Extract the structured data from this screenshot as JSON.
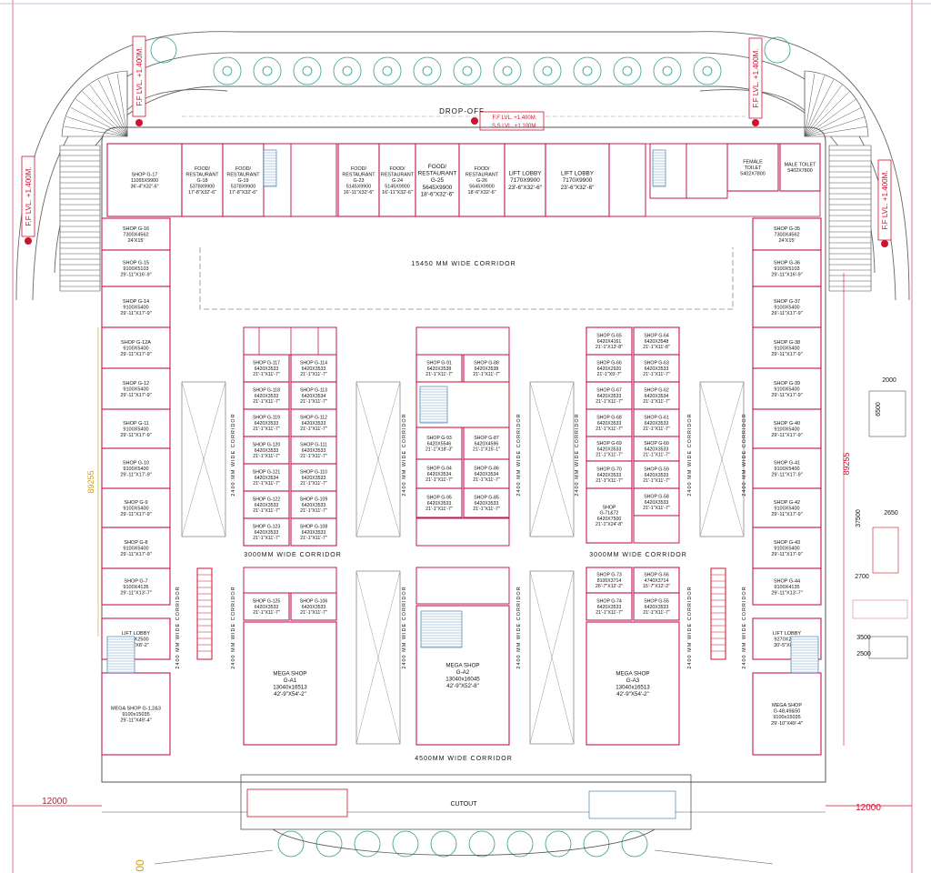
{
  "labels": {
    "drop_off": "DROP-OFF",
    "ff_lvl_top": "F.F LVL. +1.400M.",
    "ss_lvl_top": "S.S LVL. +1.100M.",
    "ff_lvl_side": "F.F LVL. +1.400M.",
    "ff_lvl_vert": "F.F LVL. +1.400M.",
    "corridor_15450": "15450 MM WIDE CORRIDOR",
    "corridor_3000": "3000MM WIDE CORRIDOR",
    "corridor_2400": "2400 MM WIDE CORRIDOR",
    "corridor_4500": "4500MM WIDE CORRIDOR",
    "cutout": "CUTOUT",
    "dim_12000": "12000",
    "dim_89255": "89255",
    "dim_37500": "37500",
    "dim_2000": "2000",
    "dim_6500": "6500",
    "dim_2650": "2650",
    "dim_2700": "2700",
    "dim_3500": "3500",
    "dim_2500": "2500",
    "dim_00": "00"
  },
  "top_row": [
    {
      "t1": "SHOP G-17",
      "t2": "11055X9900",
      "t3": "36'-4\"X32'-6\""
    },
    {
      "t1": "FOOD/",
      "t2": "RESTAURANT",
      "t3": "G-18",
      "t4": "5378X9900",
      "t5": "17'-8\"X32'-6\""
    },
    {
      "t1": "FOOD/",
      "t2": "RESTAURANT",
      "t3": "G-19",
      "t4": "5378X9900",
      "t5": "17'-8\"X32'-6\""
    },
    {
      "t1": "FOOD/",
      "t2": "RESTAURANT",
      "t3": "G-23",
      "t4": "5145X9900",
      "t5": "16'-11\"X32'-6\""
    },
    {
      "t1": "FOOD/",
      "t2": "RESTAURANT",
      "t3": "G-24",
      "t4": "5145X9900",
      "t5": "16'-11\"X32'-6\""
    },
    {
      "t1": "FOOD/",
      "t2": "RESTAURANT",
      "t3": "G-25",
      "t4": "5645X9900",
      "t5": "18'-6\"X32'-6\""
    },
    {
      "t1": "FOOD/",
      "t2": "RESTAURANT",
      "t3": "G-26",
      "t4": "5645X9900",
      "t5": "18'-6\"X32'-6\""
    },
    {
      "t1": "LIFT LOBBY",
      "t2": "7170X9900",
      "t3": "23'-6\"X32'-6\""
    },
    {
      "t1": "FEMALE",
      "t2": "TOILET",
      "t3": "5402X7800"
    },
    {
      "t1": "MALE TOILET",
      "t2": "5402X7800"
    }
  ],
  "left_col": [
    {
      "t1": "SHOP G-16",
      "t2": "7300X4562",
      "t3": "24'X15'"
    },
    {
      "t1": "SHOP G-15",
      "t2": "9100X5103",
      "t3": "29'-11\"X16'-9\""
    },
    {
      "t1": "SHOP G-14",
      "t2": "9100X5400",
      "t3": "29'-11\"X17'-9\""
    },
    {
      "t1": "SHOP G-12A",
      "t2": "9100X5400",
      "t3": "29'-11\"X17'-9\""
    },
    {
      "t1": "SHOP G-12",
      "t2": "9100X5400",
      "t3": "29'-11\"X17'-9\""
    },
    {
      "t1": "SHOP G-11",
      "t2": "9100X5400",
      "t3": "29'-11\"X17'-9\""
    },
    {
      "t1": "SHOP G-10",
      "t2": "9100X5400",
      "t3": "29'-11\"X17'-9\""
    },
    {
      "t1": "SHOP G-9",
      "t2": "9100X5400",
      "t3": "29'-11\"X17'-9\""
    },
    {
      "t1": "SHOP G-8",
      "t2": "9100X5400",
      "t3": "29'-11\"X17'-9\""
    },
    {
      "t1": "SHOP G-7",
      "t2": "9100X4135",
      "t3": "29'-11\"X13'-7\""
    },
    {
      "t1": "LIFT LOBBY",
      "t2": "9270X2500",
      "t3": "30'-5\"X8'-2\""
    },
    {
      "t1": "MEGA SHOP G-1,2&3",
      "t2": "9100x15035",
      "t3": "29'-11\"X49'-4\""
    }
  ],
  "right_col": [
    {
      "t1": "SHOP G-35",
      "t2": "7300X4562",
      "t3": "24'X15'"
    },
    {
      "t1": "SHOP G-36",
      "t2": "9100X5103",
      "t3": "29'-11\"X16'-9\""
    },
    {
      "t1": "SHOP G-37",
      "t2": "9100X5400",
      "t3": "29'-11\"X17'-9\""
    },
    {
      "t1": "SHOP G-38",
      "t2": "9100X5400",
      "t3": "29'-11\"X17'-9\""
    },
    {
      "t1": "SHOP G-39",
      "t2": "9100X5400",
      "t3": "29'-11\"X17'-9\""
    },
    {
      "t1": "SHOP G-40",
      "t2": "9100X5400",
      "t3": "29'-11\"X17'-9\""
    },
    {
      "t1": "SHOP G-41",
      "t2": "9100X5400",
      "t3": "29'-11\"X17'-9\""
    },
    {
      "t1": "SHOP G-42",
      "t2": "9100X5400",
      "t3": "29'-11\"X17'-9\""
    },
    {
      "t1": "SHOP G-43",
      "t2": "9100X5400",
      "t3": "29'-11\"X17'-9\""
    },
    {
      "t1": "SHOP G-44",
      "t2": "9100X4135",
      "t3": "29'-11\"X13'-7\""
    },
    {
      "t1": "LIFT LOBBY",
      "t2": "9270X2500",
      "t3": "30'-5\"X8'-2\""
    },
    {
      "t1": "MEGA SHOP",
      "t2": "G-48,49&50",
      "t3": "9100x15035",
      "t4": "29'-10\"X49'-4\""
    }
  ],
  "block1": [
    {
      "t1": "SHOP G-117",
      "t2": "6420X3533",
      "t3": "21'-1\"X11'-7\""
    },
    {
      "t1": "SHOP G-114",
      "t2": "6420X3533",
      "t3": "21'-1\"X11'-7\""
    },
    {
      "t1": "SHOP G-118",
      "t2": "6420X3533",
      "t3": "21'-1\"X11'-7\""
    },
    {
      "t1": "SHOP G-113",
      "t2": "6420X3534",
      "t3": "21'-1\"X11'-7\""
    },
    {
      "t1": "SHOP G-119",
      "t2": "6420X3533",
      "t3": "21'-1\"X11'-7\""
    },
    {
      "t1": "SHOP G-112",
      "t2": "6420X3533",
      "t3": "21'-1\"X11'-7\""
    },
    {
      "t1": "SHOP G-120",
      "t2": "6420X3533",
      "t3": "21'-1\"X11'-7\""
    },
    {
      "t1": "SHOP G-111",
      "t2": "6420X3533",
      "t3": "21'-1\"X11'-7\""
    },
    {
      "t1": "SHOP G-121",
      "t2": "6420X3534",
      "t3": "21'-1\"X11'-7\""
    },
    {
      "t1": "SHOP G-110",
      "t2": "6420X3533",
      "t3": "21'-1\"X11'-7\""
    },
    {
      "t1": "SHOP G-122",
      "t2": "6420X3533",
      "t3": "21'-1\"X11'-7\""
    },
    {
      "t1": "SHOP G-109",
      "t2": "6420X3533",
      "t3": "21'-1\"X11'-7\""
    },
    {
      "t1": "SHOP G-123",
      "t2": "6420X3533",
      "t3": "21'-1\"X11'-7\""
    },
    {
      "t1": "SHOP G-108",
      "t2": "6420X3533",
      "t3": "21'-1\"X11'-7\""
    }
  ],
  "block2": [
    {
      "t1": "SHOP G-91",
      "t2": "6420X3538",
      "t3": "21'-1\"X11'-7\""
    },
    {
      "t1": "SHOP G-88",
      "t2": "6420X3538",
      "t3": "21'-1\"X11'-7\""
    },
    {
      "t1": "SHOP G-93",
      "t2": "6420X5546",
      "t3": "21'-1\"X18'-3\""
    },
    {
      "t1": "SHOP G-87",
      "t2": "6420X4596",
      "t3": "21'-1\"X15'-1\""
    },
    {
      "t1": "SHOP G-94",
      "t2": "6420X3534",
      "t3": "21'-1\"X11'-7\""
    },
    {
      "t1": "SHOP G-86",
      "t2": "6420X3534",
      "t3": "21'-1\"X11'-7\""
    },
    {
      "t1": "SHOP G-95",
      "t2": "6420X3533",
      "t3": "21'-1\"X11'-7\""
    },
    {
      "t1": "SHOP G-85",
      "t2": "6420X3533",
      "t3": "21'-1\"X11'-7\""
    }
  ],
  "block3": [
    {
      "t1": "SHOP G-65",
      "t2": "6420X4161",
      "t3": "21'-1\"X13'-8\""
    },
    {
      "t1": "SHOP G-64",
      "t2": "6420X3548",
      "t3": "21'-1\"X11'-8\""
    },
    {
      "t1": "SHOP G-66",
      "t2": "6420X2920",
      "t3": "21'-1\"X9'-7\""
    },
    {
      "t1": "SHOP G-63",
      "t2": "6420X3533",
      "t3": "21'-1\"X11'-7\""
    },
    {
      "t1": "SHOP G-67",
      "t2": "6420X3533",
      "t3": "21'-1\"X11'-7\""
    },
    {
      "t1": "SHOP G-62",
      "t2": "6420X3534",
      "t3": "21'-1\"X11'-7\""
    },
    {
      "t1": "SHOP G-68",
      "t2": "6420X3533",
      "t3": "21'-1\"X11'-7\""
    },
    {
      "t1": "SHOP G-61",
      "t2": "6420X3533",
      "t3": "21'-1\"X11'-7\""
    },
    {
      "t1": "SHOP G-69",
      "t2": "6420X3533",
      "t3": "21'-1\"X11'-7\""
    },
    {
      "t1": "SHOP G-60",
      "t2": "6420X3533",
      "t3": "21'-1\"X11'-7\""
    },
    {
      "t1": "SHOP G-70",
      "t2": "6420X3533",
      "t3": "21'-1\"X11'-7\""
    },
    {
      "t1": "SHOP G-59",
      "t2": "6420X3533",
      "t3": "21'-1\"X11'-7\""
    },
    {
      "t1": "SHOP",
      "t2": "G-71&72",
      "t3": "6420X7500",
      "t4": "21'-1\"X24'-8\""
    },
    {
      "t1": "SHOP G-58",
      "t2": "6420X3533",
      "t3": "21'-1\"X11'-7\""
    }
  ],
  "lower": [
    {
      "t1": "SHOP G-125",
      "t2": "6420X3533",
      "t3": "21'-1\"X11'-7\""
    },
    {
      "t1": "SHOP G-106",
      "t2": "6420X3533",
      "t3": "21'-1\"X11'-7\""
    },
    {
      "t1": "SHOP G-73",
      "t2": "8100X3714",
      "t3": "26'-7\"X12'-2\""
    },
    {
      "t1": "SHOP G-56",
      "t2": "4740X3714",
      "t3": "15'-7\"X12'-2\""
    },
    {
      "t1": "SHOP G-74",
      "t2": "6420X3533",
      "t3": "21'-1\"X11'-7\""
    },
    {
      "t1": "SHOP G-55",
      "t2": "6420X3533",
      "t3": "21'-1\"X11'-7\""
    }
  ],
  "mega": [
    {
      "t1": "MEGA SHOP",
      "t2": "G-A1",
      "t3": "13040x16513",
      "t4": "42'-9\"X54'-2\""
    },
    {
      "t1": "MEGA SHOP",
      "t2": "G-A2",
      "t3": "13040x16045",
      "t4": "42'-9\"X52'-8\""
    },
    {
      "t1": "MEGA SHOP",
      "t2": "G-A3",
      "t3": "13040x16513",
      "t4": "42'-9\"X54'-2\""
    }
  ],
  "colors": {
    "wall": "#c2185b",
    "red": "#d0122f",
    "tree": "#2e9e8a",
    "grey": "#555555",
    "dim": "#1e5fbf"
  }
}
